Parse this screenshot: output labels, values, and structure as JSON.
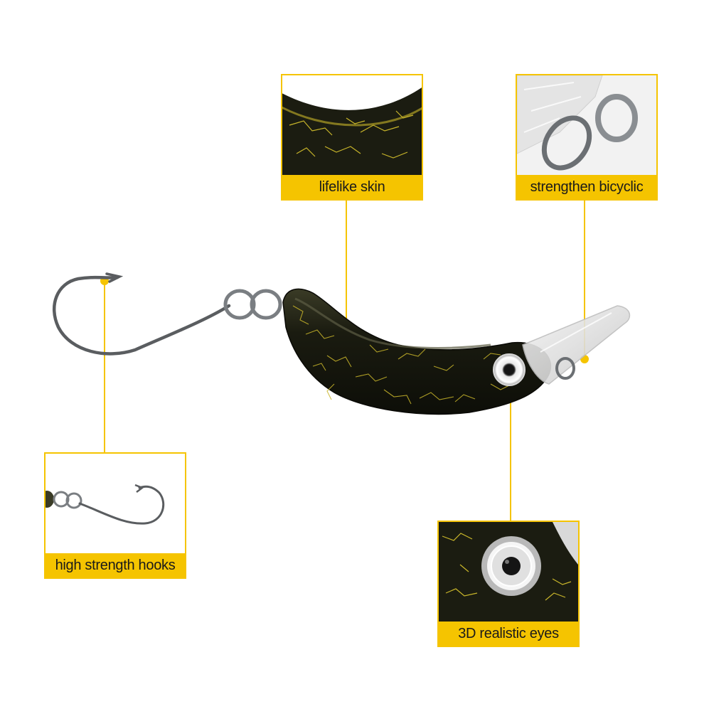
{
  "callouts": {
    "skin": {
      "label": "lifelike skin",
      "icon": "lure-body-closeup"
    },
    "ring": {
      "label": "strengthen bicyclic",
      "icon": "split-ring-closeup"
    },
    "hook": {
      "label": "high strength hooks",
      "icon": "hook-closeup"
    },
    "eyes": {
      "label": "3D realistic eyes",
      "icon": "eye-closeup"
    }
  },
  "colors": {
    "accent": "#f5c400",
    "lure_body": "#1c1d12",
    "skin_pattern": "#c9b62a",
    "metal": "#6b6f73"
  }
}
